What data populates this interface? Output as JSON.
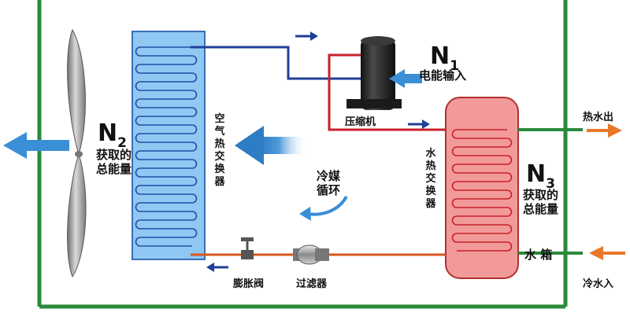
{
  "labels": {
    "n1": "N",
    "n1_sub": "1",
    "n1_desc": "电能输入",
    "compressor": "压缩机",
    "n2": "N",
    "n2_sub": "2",
    "n2_desc_1": "获取的",
    "n2_desc_2": "总能量",
    "air_hx": "空气热交换器",
    "refrigerant_1": "冷媒",
    "refrigerant_2": "循环",
    "water_hx": "水热交换器",
    "n3": "N",
    "n3_sub": "3",
    "n3_desc_1": "获取的",
    "n3_desc_2": "总能量",
    "tank": "水 箱",
    "hot_out": "热水出",
    "cold_in": "冷水入",
    "expansion_valve": "膨胀阀",
    "filter": "过滤器"
  },
  "colors": {
    "frame_green": "#2a8a3a",
    "air_hx_fill": "#8fc8f2",
    "air_hx_coil": "#1f4fa8",
    "water_hx_fill": "#f29a9a",
    "water_hx_coil": "#c8202a",
    "pipe_red": "#c8202a",
    "pipe_blue": "#1f3f9a",
    "pipe_orange": "#d8561e",
    "arrow_blue": "#3a8fd6",
    "arrow_orange": "#e8772a"
  },
  "icons": {
    "fan": "fan-icon",
    "compressor": "compressor-icon",
    "valve": "expansion-valve-icon",
    "filter": "filter-icon"
  }
}
